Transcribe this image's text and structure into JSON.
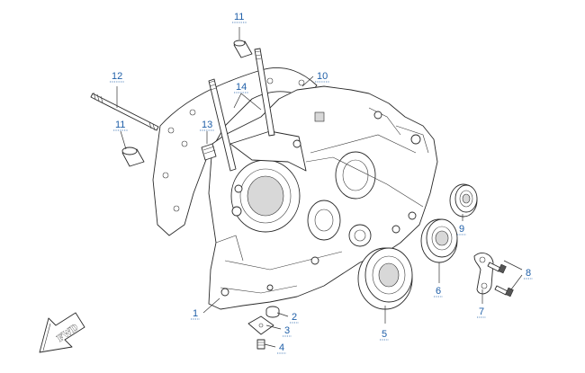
{
  "diagram": {
    "callouts": [
      "1",
      "2",
      "3",
      "4",
      "5",
      "6",
      "7",
      "8",
      "9",
      "10",
      "11",
      "12",
      "13",
      "14"
    ],
    "direction_label": "FWD"
  },
  "colors": {
    "callout_text": "#1f5fa8",
    "line_art": "#2a2a2a",
    "background": "#ffffff"
  }
}
